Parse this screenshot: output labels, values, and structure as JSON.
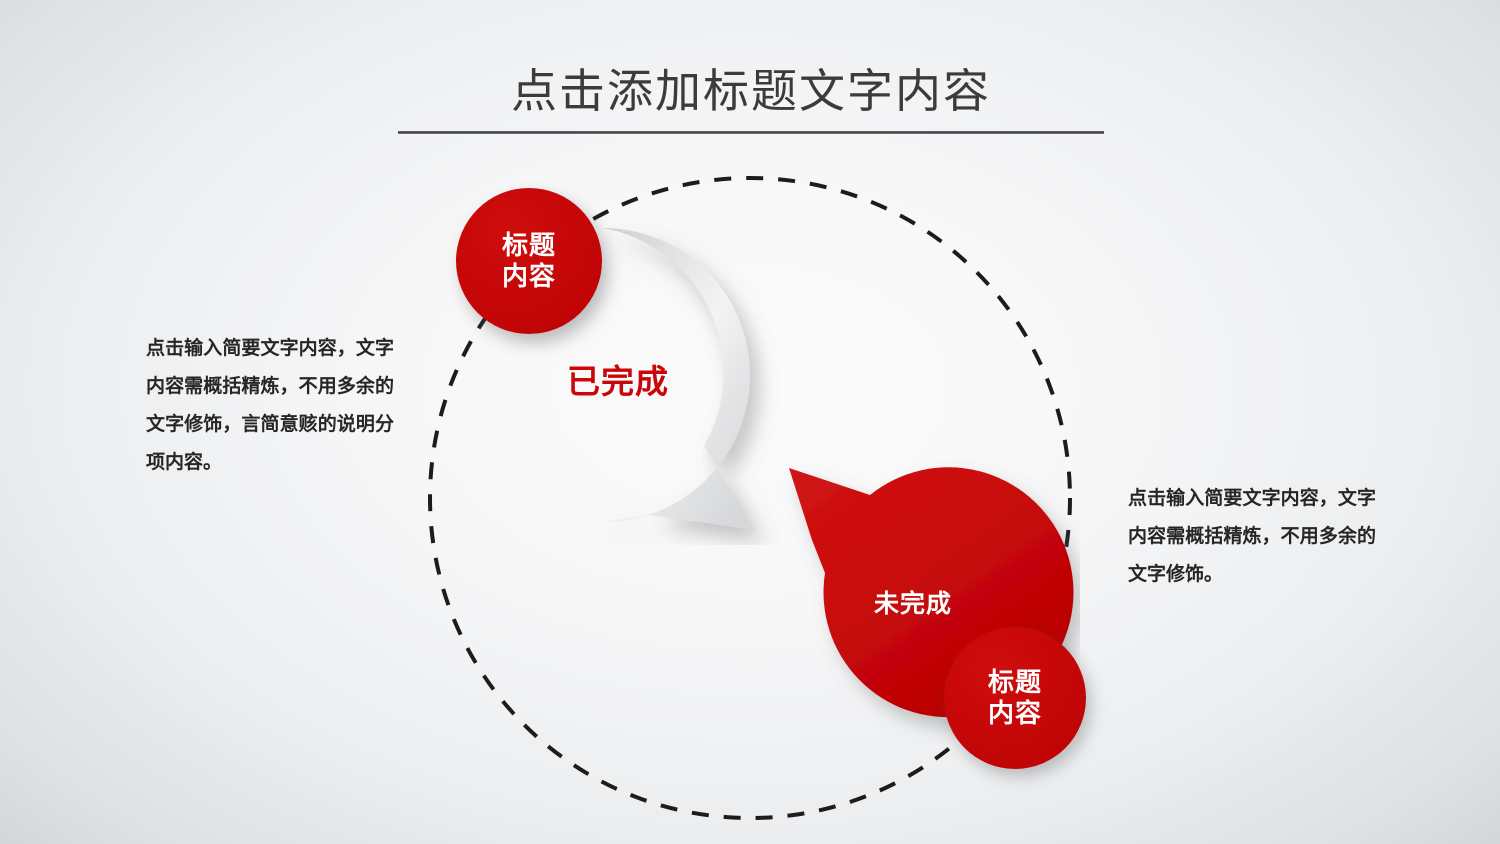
{
  "slide": {
    "title": "点击添加标题文字内容",
    "background_color_center": "#fbfbfb",
    "background_color_edge": "#c7cbcf",
    "accent_color": "#c70808",
    "title_color": "#3b3b3b"
  },
  "texts": {
    "left_paragraph": "点击输入简要文字内容，文字内容需概括精炼，不用多余的文字修饰，言简意赅的说明分项内容。",
    "right_paragraph": "点击输入简要文字内容，文字内容需概括精炼，不用多余的文字修饰。"
  },
  "diagram": {
    "type": "two-step-speech-bubble-cycle",
    "guide_shape": "dashed-circle",
    "bubbles": [
      {
        "id": "completed",
        "label": "已完成",
        "fill": "gray",
        "label_color": "#c9070a",
        "tail_direction": "down-right"
      },
      {
        "id": "not-completed",
        "label": "未完成",
        "fill": "red",
        "label_color": "#ffffff",
        "tail_direction": "up-left"
      }
    ],
    "nodes": [
      {
        "id": "node-top",
        "line1": "标题",
        "line2": "内容",
        "color": "#c70808"
      },
      {
        "id": "node-bottom",
        "line1": "标题",
        "line2": "内容",
        "color": "#c70808"
      }
    ]
  }
}
